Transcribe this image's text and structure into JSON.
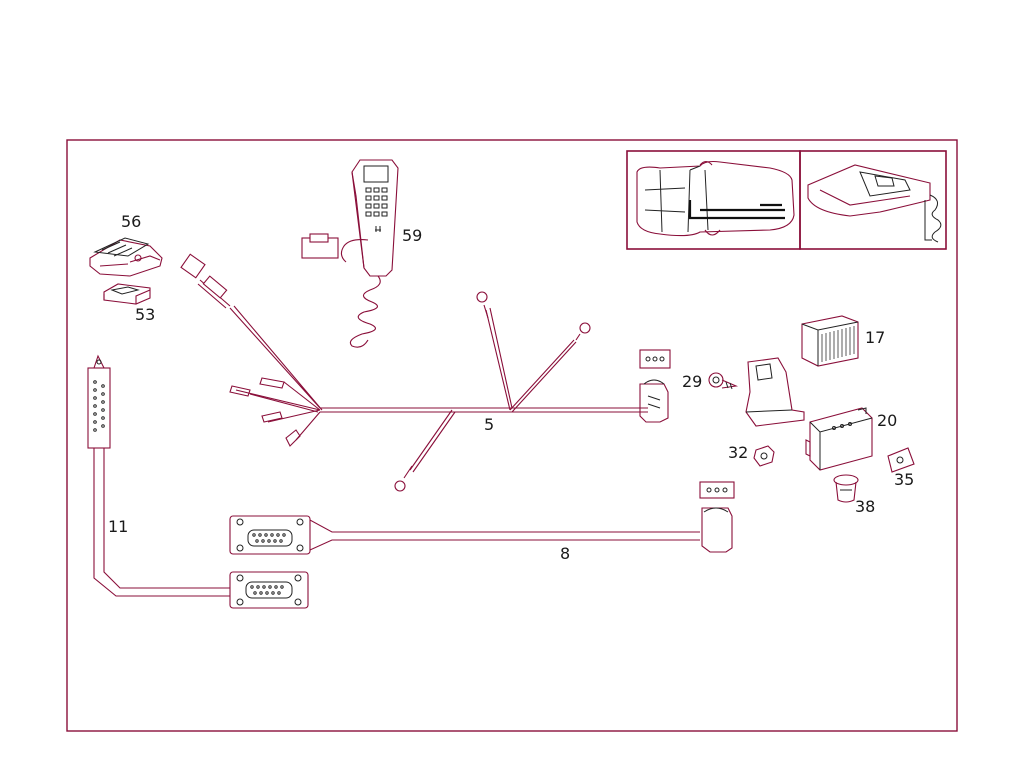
{
  "callouts": [
    {
      "id": "56",
      "text": "56"
    },
    {
      "id": "53",
      "text": "53"
    },
    {
      "id": "59",
      "text": "59"
    },
    {
      "id": "17",
      "text": "17"
    },
    {
      "id": "29",
      "text": "29"
    },
    {
      "id": "5",
      "text": "5"
    },
    {
      "id": "20",
      "text": "20"
    },
    {
      "id": "32",
      "text": "32"
    },
    {
      "id": "35",
      "text": "35"
    },
    {
      "id": "38",
      "text": "38"
    },
    {
      "id": "11",
      "text": "11"
    },
    {
      "id": "8",
      "text": "8"
    }
  ],
  "colors": {
    "linework": "#8a0f3a",
    "detail": "#222222",
    "background": "#ffffff"
  }
}
